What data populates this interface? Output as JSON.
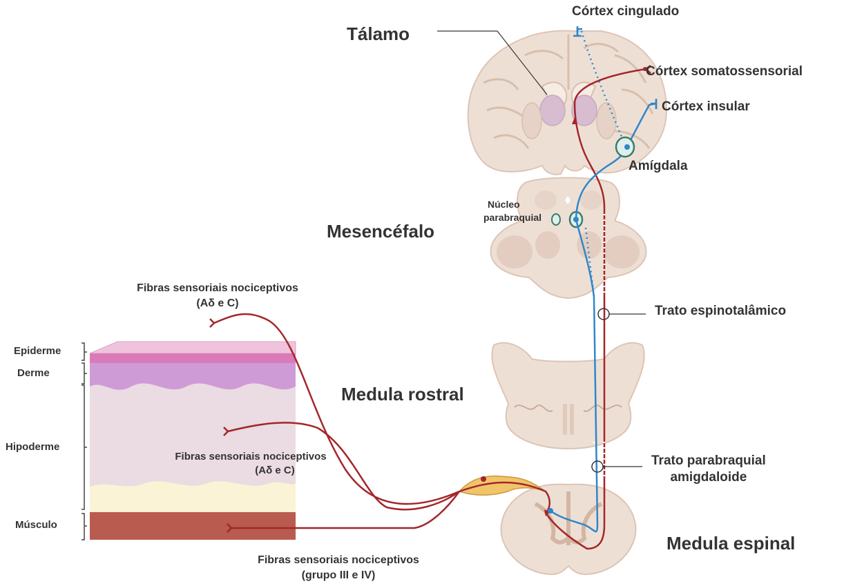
{
  "regions": {
    "talamo": "Tálamo",
    "mesencefalo": "Mesencéfalo",
    "medula_rostral": "Medula rostral",
    "medula_espinal": "Medula espinal"
  },
  "cortex": {
    "cingulado": "Córtex cingulado",
    "somatossensorial": "Córtex somatossensorial",
    "insular": "Córtex insular",
    "amigdala": "Amígdala"
  },
  "nucleo": {
    "line1": "Núcleo",
    "line2": "parabraquial"
  },
  "tracts": {
    "espinotalamico": "Trato espinotalâmico",
    "parabraquial_line1": "Trato parabraquial",
    "parabraquial_line2": "amigdaloide"
  },
  "skin_layers": {
    "epiderme": "Epiderme",
    "derme": "Derme",
    "hipoderme": "Hipoderme",
    "musculo": "Músculo"
  },
  "fibers": {
    "top_line1": "Fibras sensoriais nociceptivos",
    "top_line2": "(Aδ e C)",
    "mid_line1": "Fibras sensoriais nociceptivos",
    "mid_line2": "(Aδ e C)",
    "bottom_line1": "Fibras sensoriais nociceptivos",
    "bottom_line2": "(grupo III e IV)"
  },
  "colors": {
    "blue_pathway": "#2f86c9",
    "red_pathway": "#a3262a",
    "tissue": "#eedfd4",
    "tissue_dark": "#dcc5b6",
    "epidermis": "#d678b8",
    "dermis": "#c99ad6",
    "hypodermis": "#eadbe2",
    "fat": "#fbf3d5",
    "muscle": "#b85a4c",
    "ganglion": "#f2c46a"
  }
}
